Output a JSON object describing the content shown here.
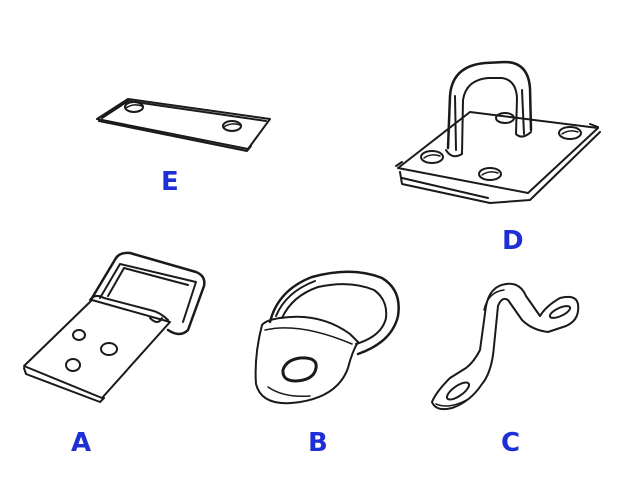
{
  "labels": {
    "a": "A",
    "b": "B",
    "c": "C",
    "d": "D",
    "e": "E"
  },
  "colors": {
    "label": "#1f2fd6",
    "ink": "#1a1a1a",
    "background": "#ffffff"
  }
}
